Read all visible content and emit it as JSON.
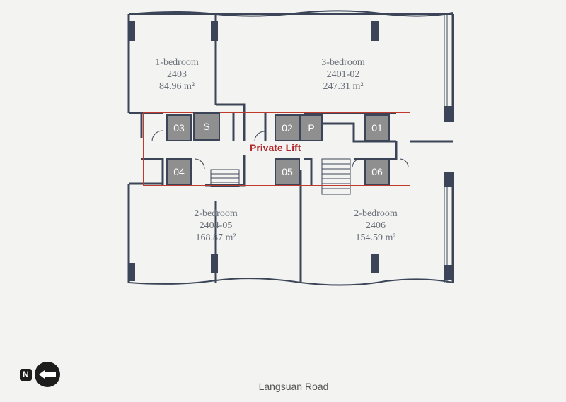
{
  "units": [
    {
      "id": "u2403",
      "type": "1-bedroom",
      "number": "2403",
      "area": "84.96 m²"
    },
    {
      "id": "u2401",
      "type": "3-bedroom",
      "number": "2401-02",
      "area": "247.31 m²"
    },
    {
      "id": "u2404",
      "type": "2-bedroom",
      "number": "2404-05",
      "area": "168.87 m²"
    },
    {
      "id": "u2406",
      "type": "2-bedroom",
      "number": "2406",
      "area": "154.59 m²"
    }
  ],
  "lifts": {
    "l03": "03",
    "ls": "S",
    "l02": "02",
    "lp": "P",
    "l01": "01",
    "l04": "04",
    "l05": "05",
    "l06": "06"
  },
  "private_lift_label": "Private Lift",
  "road_label": "Langsuan Road",
  "north": {
    "letter": "N",
    "icon": "arrow-left-icon"
  },
  "colors": {
    "wall": "#3c4557",
    "highlight": "#c0392b",
    "lift": "#8f8f8f",
    "background": "#f3f3f2"
  }
}
